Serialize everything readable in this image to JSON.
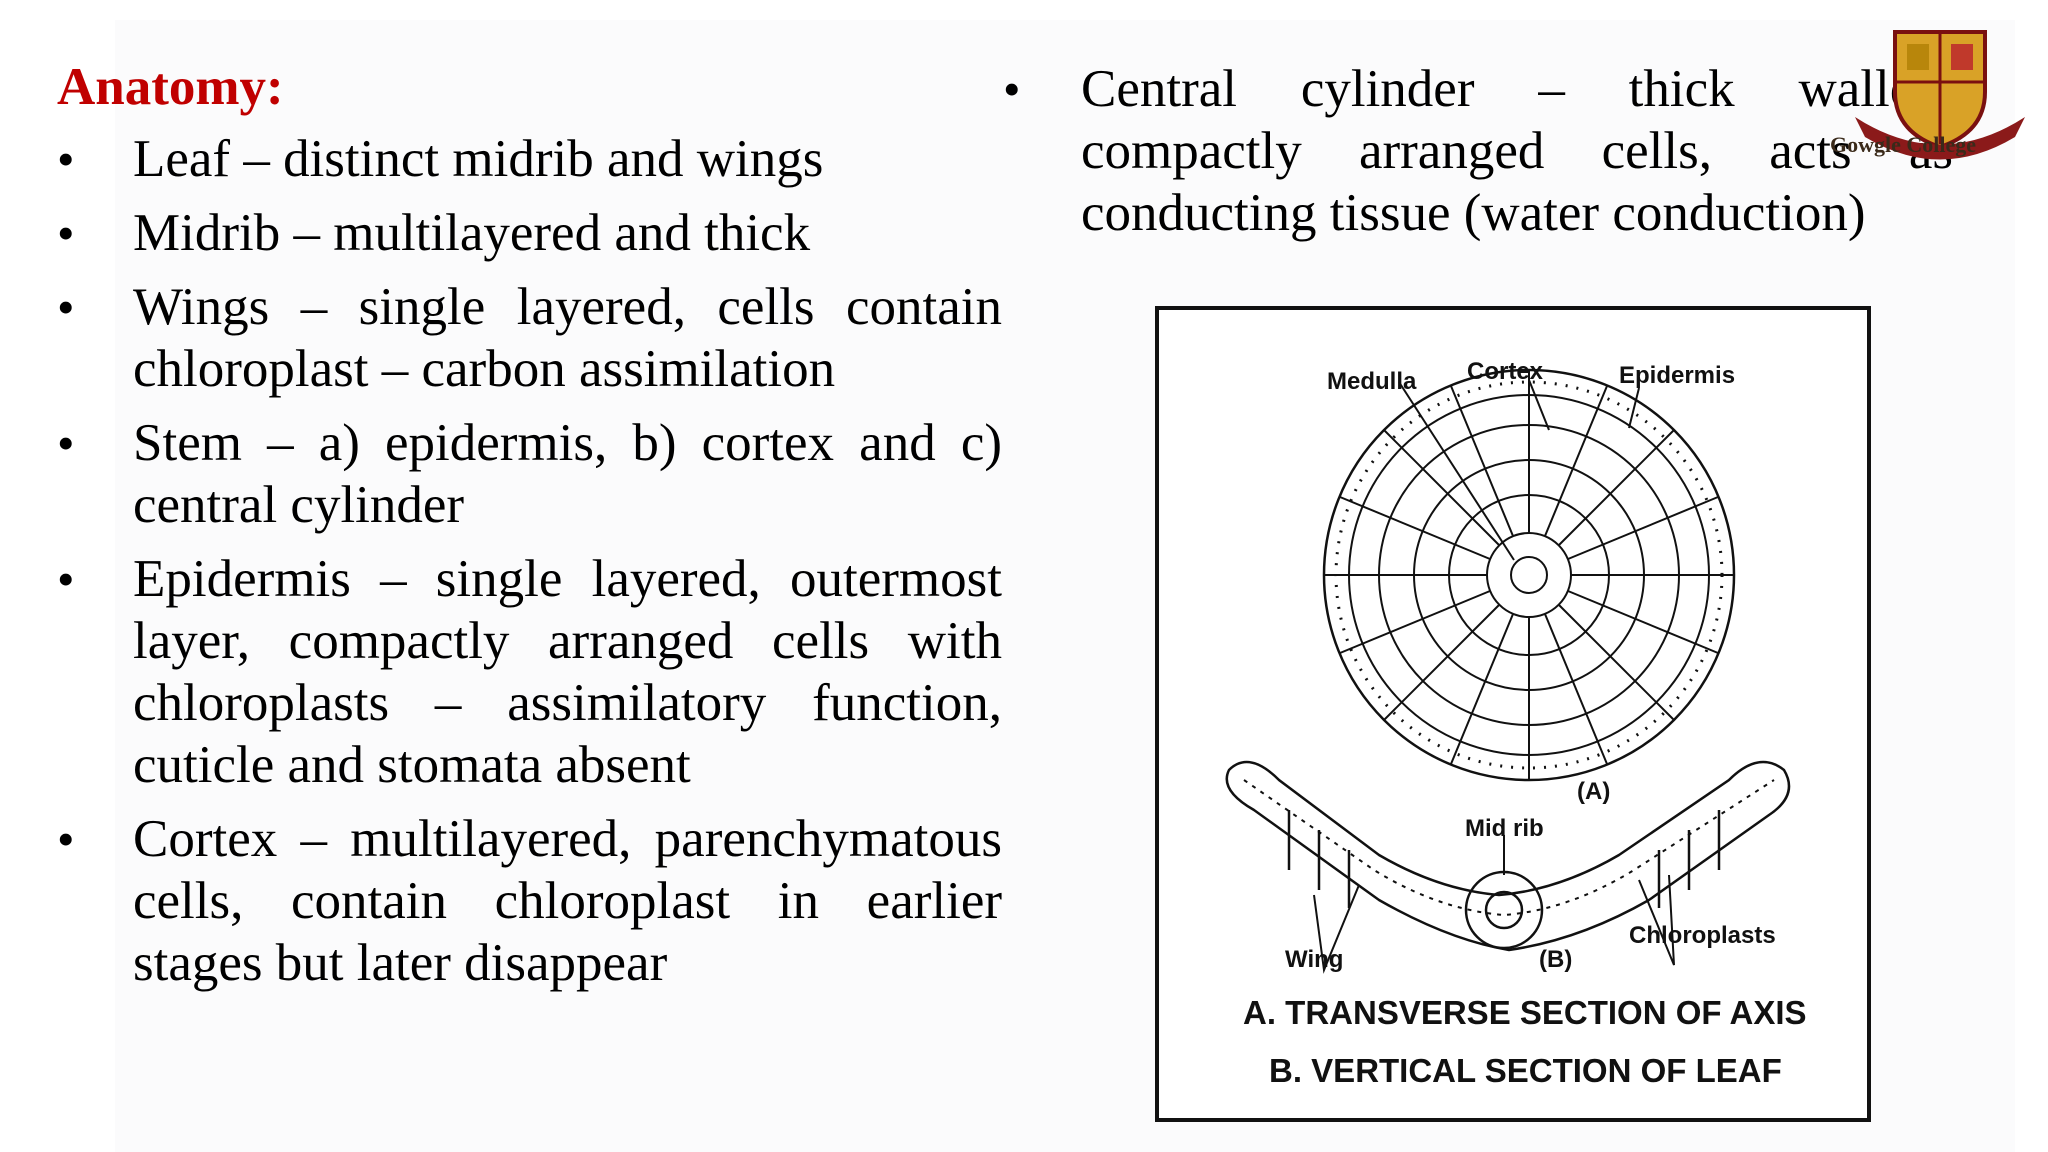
{
  "slide": {
    "title": "Anatomy:",
    "bullet_symbol": "•",
    "left_bullets": [
      "Leaf – distinct midrib and wings",
      "Midrib – multilayered and thick",
      "Wings – single layered, cells contain chloroplast – carbon assimilation",
      "Stem – a) epidermis, b) cortex and c) central cylinder",
      "Epidermis – single layered, outermost layer, compactly arranged cells with chloroplasts – assimilatory function, cuticle and stomata absent",
      "Cortex – multilayered, parenchymatous cells, contain chloroplast in earlier stages but later disappear"
    ],
    "right_bullets": [
      "Central cylinder – thick walled, compactly arranged cells, acts as conducting tissue (water conduction)"
    ]
  },
  "logo": {
    "text": "Gowgle College"
  },
  "figure": {
    "labels": {
      "medulla": "Medulla",
      "cortex": "Cortex",
      "epidermis": "Epidermis",
      "part_a": "(A)",
      "midrib": "Mid rib",
      "wing": "Wing",
      "part_b": "(B)",
      "chloroplasts": "Chloroplasts"
    },
    "caption_a": "A. TRANSVERSE SECTION OF AXIS",
    "caption_b": "B. VERTICAL SECTION OF LEAF"
  }
}
